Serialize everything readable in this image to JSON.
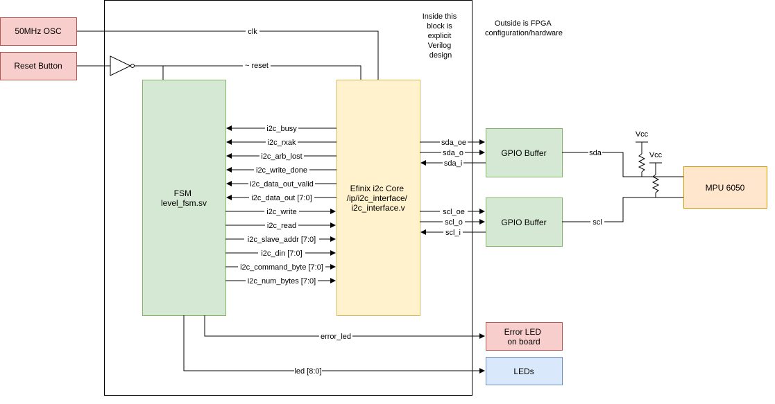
{
  "colors": {
    "red_fill": "#f8cecc",
    "red_stroke": "#b85450",
    "green_fill": "#d5e8d4",
    "green_stroke": "#82b366",
    "yellow_fill": "#fff2cc",
    "yellow_stroke": "#d6b656",
    "orange_fill": "#ffe6cc",
    "orange_stroke": "#d79b00",
    "blue_fill": "#dae8fc",
    "blue_stroke": "#6c8ebf",
    "line": "#000000"
  },
  "notes": {
    "inside_lines": [
      "Inside this",
      "block is",
      "explicit",
      "Verilog",
      "design"
    ],
    "outside_lines": [
      "Outside is FPGA",
      "configuration/hardware"
    ]
  },
  "blocks": {
    "osc": "50MHz OSC",
    "reset_button": "Reset Button",
    "fsm_lines": [
      "FSM",
      "level_fsm.sv"
    ],
    "core_lines": [
      "Efinix i2c Core",
      "/ip/i2c_interface/",
      "i2c_interface.v"
    ],
    "gpio_sda": "GPIO Buffer",
    "gpio_scl": "GPIO Buffer",
    "mpu": "MPU 6050",
    "error_led_lines": [
      "Error LED",
      "on board"
    ],
    "leds": "LEDs",
    "vcc1": "Vcc",
    "vcc2": "Vcc"
  },
  "signals": {
    "clk": "clk",
    "reset": "~ reset",
    "core_to_fsm": [
      "i2c_busy",
      "i2c_rxak",
      "i2c_arb_lost",
      "i2c_write_done",
      "i2c_data_out_valid",
      "i2c_data_out [7:0]"
    ],
    "fsm_to_core": [
      "i2c_write",
      "i2c_read",
      "i2c_slave_addr [7:0]",
      "i2c_din [7:0]",
      "i2c_command_byte [7:0]",
      "i2c_num_bytes [7:0]"
    ],
    "sda_group": [
      "sda_oe",
      "sda_o",
      "sda_i"
    ],
    "scl_group": [
      "scl_oe",
      "scl_o",
      "scl_i"
    ],
    "sda": "sda",
    "scl": "scl",
    "error_led": "error_led",
    "led": "led [8:0]"
  }
}
